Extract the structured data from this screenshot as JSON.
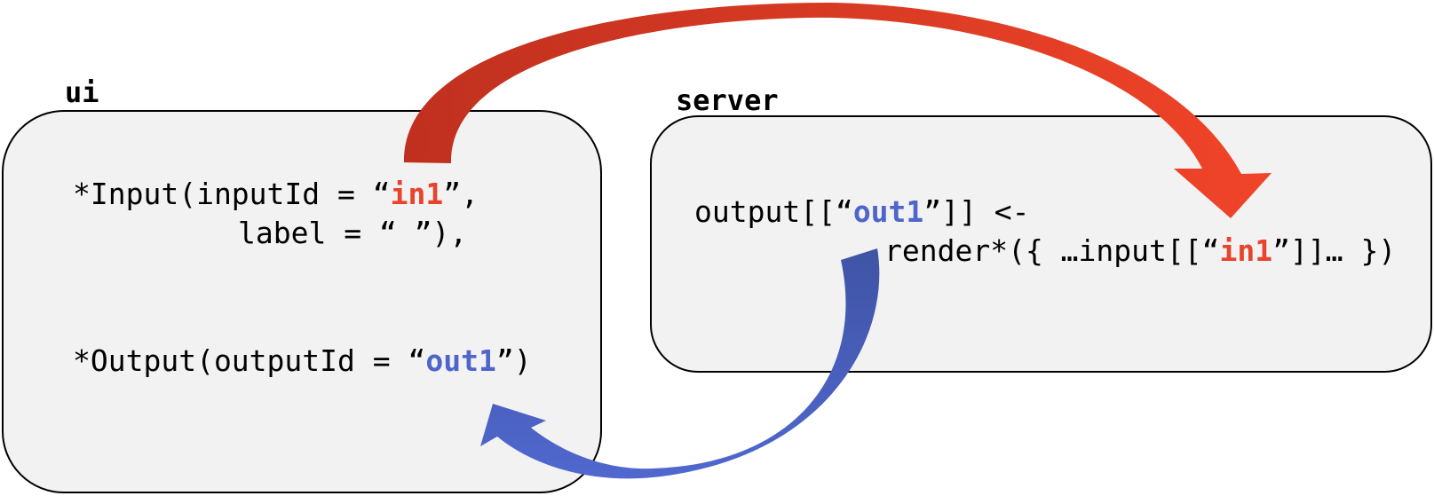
{
  "ui": {
    "title": "ui",
    "input_prefix": "*Input(inputId = “",
    "input_id": "in1",
    "input_suffix": "”,",
    "label_line": "label = “ ”),",
    "output_prefix": "*Output(outputId = “",
    "output_id": "out1",
    "output_suffix": "”)"
  },
  "server": {
    "title": "server",
    "line1_prefix": "output[[“",
    "line1_id": "out1",
    "line1_suffix": "”]] <-",
    "line2_prefix": "render*({ …input[[“",
    "line2_id": "in1",
    "line2_suffix": "”]]… })"
  },
  "colors": {
    "input_highlight": "#e8432d",
    "output_highlight": "#4f65c9",
    "red_arrow": "#e8432d",
    "blue_arrow": "#4f65c9"
  }
}
